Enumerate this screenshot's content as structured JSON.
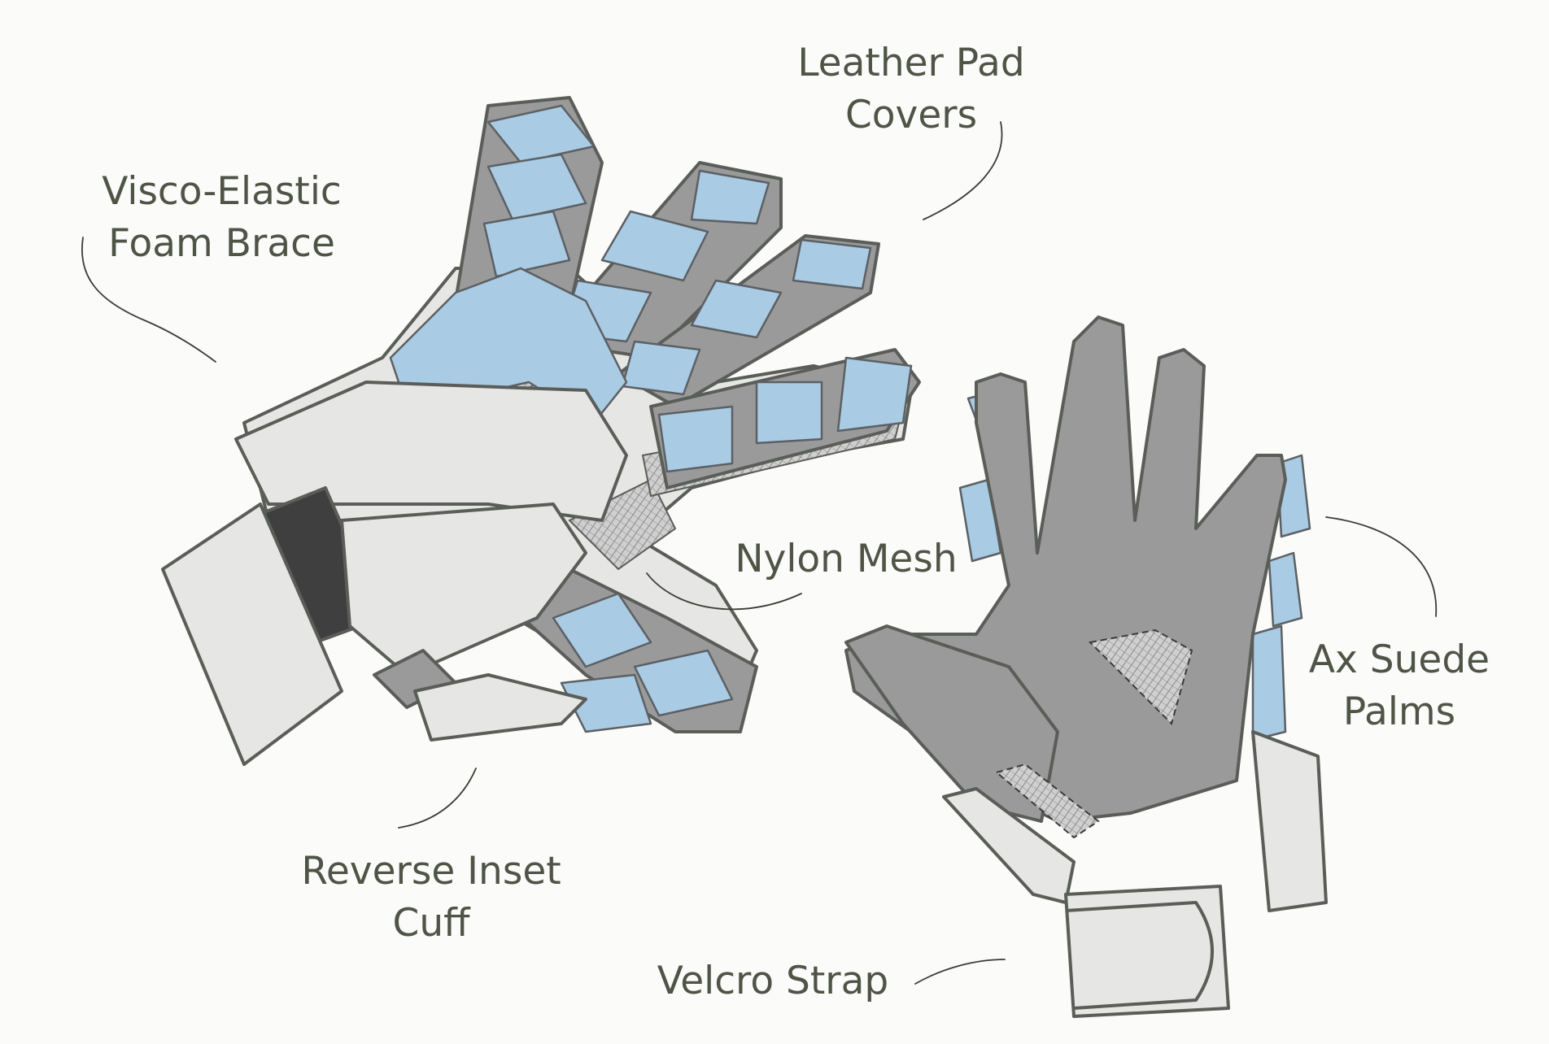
{
  "labels": {
    "leather_pad_covers": [
      "Leather Pad",
      "Covers"
    ],
    "visco_elastic_foam_brace": [
      "Visco-Elastic",
      "Foam Brace"
    ],
    "nylon_mesh": [
      "Nylon Mesh"
    ],
    "ax_suede_palms": [
      "Ax Suede",
      "Palms"
    ],
    "reverse_inset_cuff": [
      "Reverse Inset",
      "Cuff"
    ],
    "velcro_strap": [
      "Velcro Strap"
    ]
  },
  "colors": {
    "label_text": "#4f5446",
    "pad_blue": "#a9cbe3",
    "palm_grey": "#9a9a9a",
    "brace_light": "#e6e6e4",
    "outline": "#5a5d58"
  }
}
